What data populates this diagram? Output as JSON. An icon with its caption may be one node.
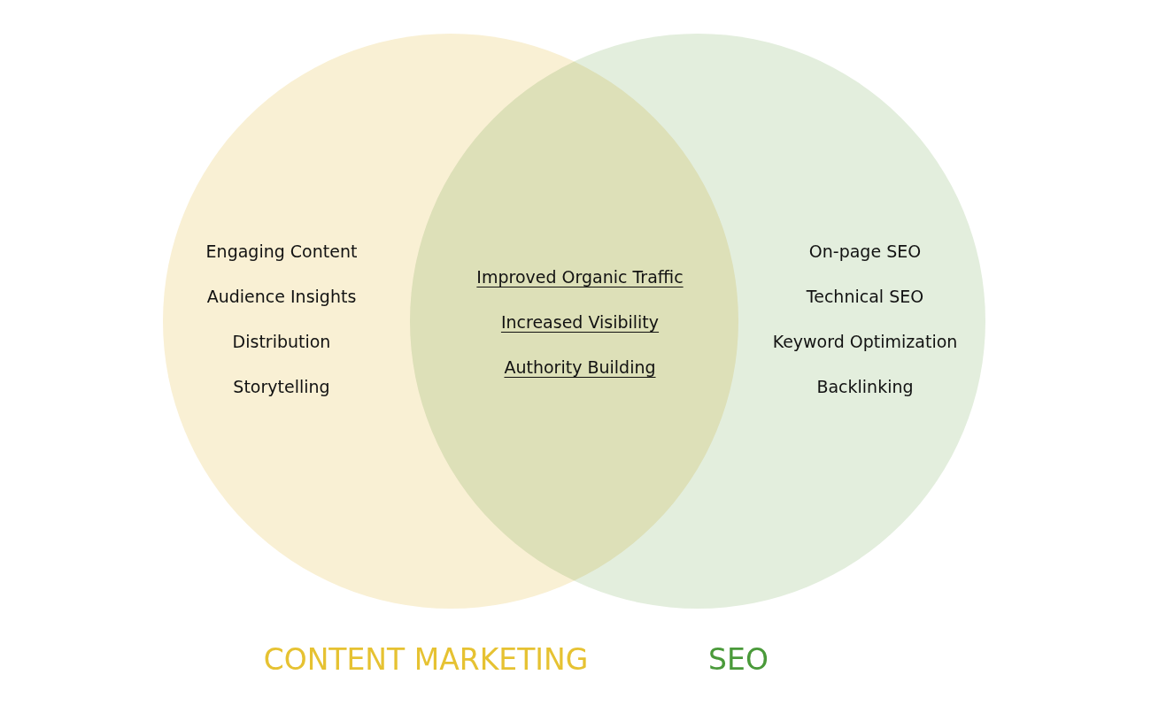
{
  "diagram": {
    "nodes": [
      {
        "text": [
          "Engaging Content",
          "Audience Insights",
          "Distribution",
          "Storytelling",
          "CONTENT MARKETING"
        ]
      },
      {
        "text": [
          "On-page SEO",
          "Technical SEO",
          "Keyword Optimization",
          "Backlinking",
          "SEO"
        ]
      }
    ],
    "edges": [],
    "labels": [
      "Improved Organic Traffic",
      "Increased Visibility",
      "Authority Building"
    ]
  }
}
